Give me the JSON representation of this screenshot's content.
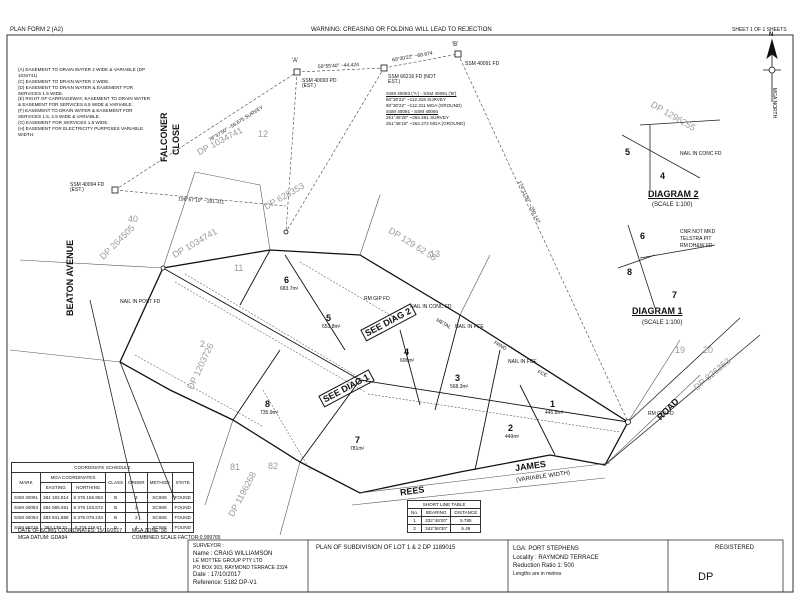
{
  "header": {
    "form": "PLAN FORM 2 (A2)",
    "warning": "WARNING: CREASING OR FOLDING WILL LEAD TO REJECTION",
    "sheet": "SHEET 1 OF 1 SHEETS"
  },
  "easement_notes": [
    "(A) EASEMENT TO DRAIN WATER 2 WIDE & VARIABLE (DP 1034741)",
    "(C) EASEMENT TO DRAIN WATER 2 WIDE.",
    "(D) EASEMENT TO DRAIN WATER & EASEMENT FOR SERVICES 1.5 WIDE.",
    "(E) RIGHT OF CARRIAGEWAY, EASEMENT TO DRAIN WATER & EASEMENT FOR SERVICES 6.5 WIDE & VARIABLE.",
    "(F) EASEMENT TO DRAIN WATER & EASEMENT FOR SERVICES 1.5, 2.5 WIDE & VARIABLE.",
    "(G) EASEMENT FOR SERVICES 1.5 WIDE.",
    "(H) EASEMENT FOR ELECTRICITY PURPOSES VARIABLE WIDTH."
  ],
  "streets": {
    "falconer_1": "FALCONER",
    "falconer_2": "CLOSE",
    "beaton": "BEATON AVENUE",
    "rees": "REES",
    "james": "JAMES",
    "james_width": "(VARIABLE WIDTH)",
    "road": "ROAD"
  },
  "lots": {
    "l1": "1",
    "l2": "2",
    "l3": "3",
    "l4": "4",
    "l5": "5",
    "l6": "6",
    "l7": "7",
    "l8": "8",
    "area1": "445.8m²",
    "area2": "449m²",
    "area3": "568.3m²",
    "area4": "606m²",
    "area5": "653.8m²",
    "area6": "683.7m²",
    "area7": "781m²",
    "area8": "735.9m²"
  },
  "see_diag": {
    "d1": "SEE DIAG 1",
    "d2": "SEE DIAG 2"
  },
  "adjoining": {
    "dp1": "DP 1034741",
    "dp2": "DP 628353",
    "dp3": "DP 1034741",
    "dp4": "DP 129 62 55",
    "dp5": "DP 1203726",
    "dp6": "DP 1196268",
    "dp7": "DP 826353",
    "dp8": "DP 264505",
    "n11": "11",
    "n12": "12",
    "n13": "13",
    "n40": "40",
    "n19": "19",
    "n20": "20",
    "n81": "81",
    "n82": "82",
    "n2": "2"
  },
  "marks": {
    "a_label": "'A'",
    "b_label": "'B'",
    "ssm40093": "SSM 40093 PD (EST.)",
    "ssm40091": "SSM 40091 FD",
    "ssm66216": "SSM 66216 FD (NOT EST.)",
    "ssm40094": "SSM 40094 FD (EST.)",
    "ssm_info": [
      "SSM 40093 ('A') - SSM 40091 ('B')",
      "60°30'22\" ~112.316 SURVEY",
      "60°30'22\" ~112.311 MGA (GROUND)",
      "SSM 40091 - SSM 40094",
      "251°45'20\" ~264.281 SURVEY",
      "251°45'18\" ~264.272 MGA (GROUND)"
    ],
    "brg_ab": "58°55'40\" ~44.424",
    "brg_b": "60°30'22\" ~68.674",
    "brg_ssm": "76°37'50\" ~55.675 SURVEY",
    "brg_long": "174°11'50\" ~250.147",
    "brg_west": "196°57'10\" ~181.311",
    "nail_post": "NAIL IN POST FD",
    "nail_fce": "NAIL IN FCE",
    "nail_conc": "NAIL IN CONC FD",
    "rm_gip": "RM GIP FD",
    "metal": "METAL",
    "pand": "PAND",
    "fce": "FCE"
  },
  "diagram2": {
    "title": "DIAGRAM 2",
    "scale": "(SCALE 1:100)",
    "lot5": "5",
    "lot4": "4",
    "nail": "NAIL IN CONC FD",
    "dp": "DP 1296255"
  },
  "diagram1": {
    "title": "DIAGRAM 1",
    "scale": "(SCALE 1:100)",
    "lot6": "6",
    "lot8": "8",
    "lot7": "7",
    "note1": "CNR NOT MKD",
    "note2": "TELSTRA PIT",
    "note3": "RM DH&W FD"
  },
  "north": {
    "label": "MGA NORTH",
    "north_letter": "N"
  },
  "coordinate_schedule": {
    "title": "COORDINATE SCHEDULE",
    "group": "MGA COORDINATES",
    "headers": [
      "MARK",
      "EASTING",
      "NORTHING",
      "CLASS",
      "ORDER",
      "METHOD",
      "STATE"
    ],
    "rows": [
      [
        "SSM 40091",
        "384 182.814",
        "6 376 156.953",
        "B",
        "2",
        "SCIMS",
        "FOUND"
      ],
      [
        "SSM 40093",
        "384 085.081",
        "6 376 103.672",
        "B",
        "2",
        "SCIMS",
        "FOUND"
      ],
      [
        "SSM 40094",
        "383 941.888",
        "6 376 076.234",
        "B",
        "2",
        "SCIMS",
        "FOUND"
      ],
      [
        "SSM 66216",
        "384 138.31",
        "6 376 119.67",
        "D",
        "4",
        "SCIMS",
        "FOUND"
      ]
    ],
    "footer_left": "DATE OF SCIMS COORDINATES: 15/10/2017",
    "footer_left2": "MGA DATUM: GDA94",
    "footer_right": "MGA ZONE: 56",
    "footer_right2": "COMBINED SCALE FACTOR:0.999765"
  },
  "short_line_table": {
    "title": "SHORT LINE TABLE",
    "headers": [
      "No.",
      "BEARING",
      "DISTANCE"
    ],
    "rows": [
      [
        "1",
        "332°48'20\"",
        "5.785"
      ],
      [
        "2",
        "342°58'30\"",
        "5.49"
      ]
    ]
  },
  "surveyor": {
    "heading": "SURVEYOR :",
    "name": "Name : CRAIG WILLIAMSON",
    "firm": "LE MOTTEE GROUP PTY LTD",
    "address": "PO BOX 363, RAYMOND TERRACE 2324",
    "date": "Date : 17/10/2017",
    "reference": "Reference: 5182 DP-V1"
  },
  "plan": {
    "title": "PLAN OF SUBDIVISION OF LOT 1 & 2 DP 1189015"
  },
  "location": {
    "lga": "LGA: PORT STEPHENS",
    "locality": "Locality : RAYMOND TERRACE",
    "ratio": "Reduction Ratio 1: 500",
    "lengths": "Lengths are in metres"
  },
  "registered": {
    "label": "REGISTERED",
    "dp": "DP"
  }
}
